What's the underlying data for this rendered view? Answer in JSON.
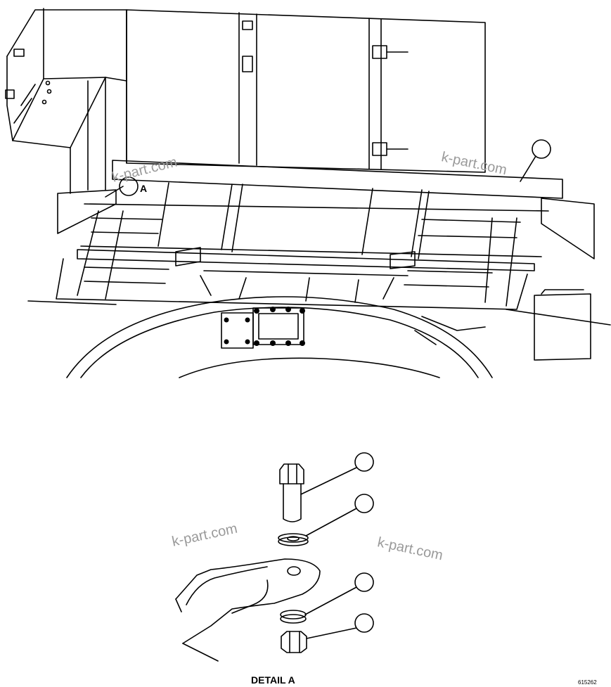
{
  "watermarks": [
    "k-part.com",
    "k-part.com",
    "k-part.com",
    "k-part.com"
  ],
  "detail_ref_label": "A",
  "detail_title": "DETAIL A",
  "drawing_number": "615262",
  "callout_count": 5
}
